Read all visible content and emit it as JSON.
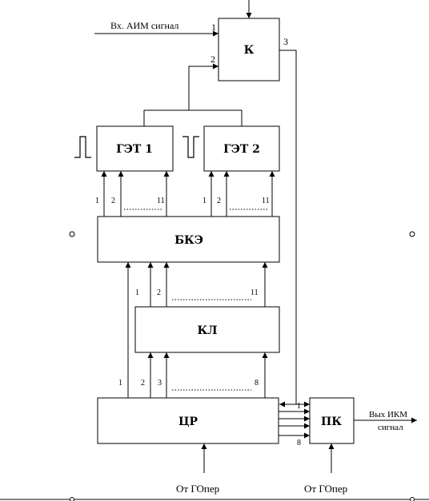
{
  "blocks": {
    "k": "К",
    "get1": "ГЭТ 1",
    "get2": "ГЭТ 2",
    "bke": "БКЭ",
    "kl": "КЛ",
    "cr": "ЦР",
    "pk": "ПК"
  },
  "labels": {
    "input_signal": "Вх. АИМ сигнал",
    "output_signal_line1": "Вых ИКМ",
    "output_signal_line2": "сигнал",
    "from_gen_left": "От ГОпер",
    "from_gen_right": "От ГОпер"
  },
  "pins": {
    "k_in1": "1",
    "k_in2": "2",
    "k_out3": "3",
    "get1_first": "1",
    "get1_second": "2",
    "get1_last": "11",
    "get2_first": "1",
    "get2_second": "2",
    "get2_last": "11",
    "kl_first": "1",
    "kl_second": "2",
    "kl_last": "11",
    "cr_first": "1",
    "cr_second": "2",
    "cr_third": "3",
    "cr_last": "8",
    "pk_first": "1",
    "pk_last": "8"
  }
}
